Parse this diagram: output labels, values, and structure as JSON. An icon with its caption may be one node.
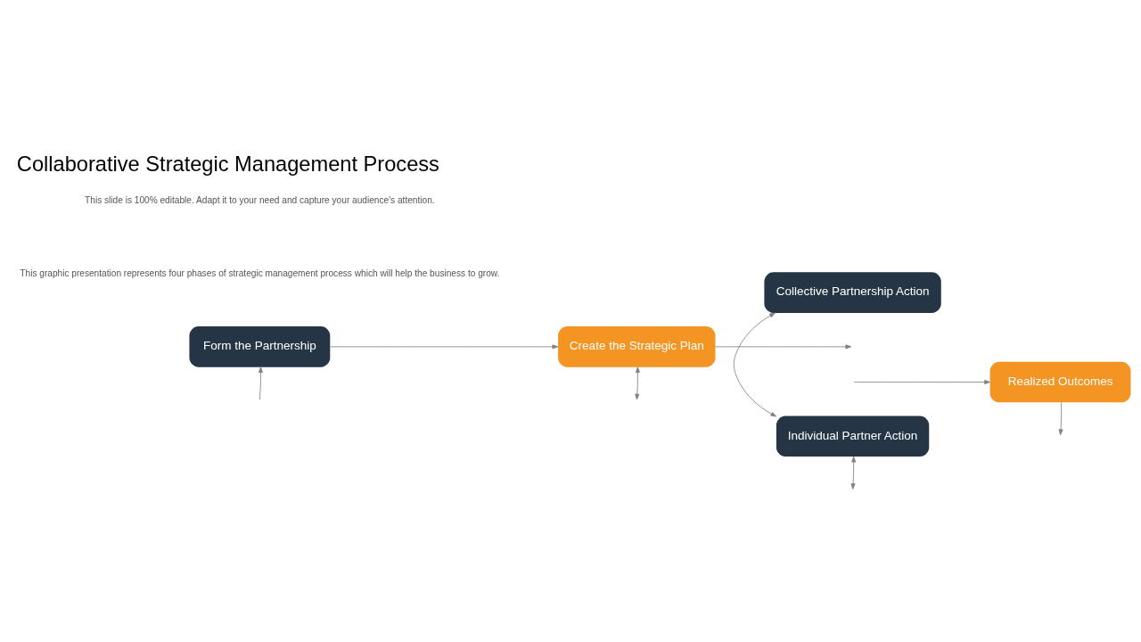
{
  "diagram": {
    "title": "Collaborative Strategic Management Process",
    "nodes": [
      {
        "text": [
          "Collective Partnership Action"
        ]
      },
      {
        "text": [
          "Form the Partnership"
        ]
      },
      {
        "text": [
          "Create the Strategic Plan"
        ]
      },
      {
        "text": [
          "Realized Outcomes"
        ]
      },
      {
        "text": [
          "Individual Partner Action"
        ]
      }
    ],
    "edges": [
      {
        "from": 1,
        "to": 2,
        "arrow": "to"
      },
      {
        "from": 2,
        "to": null,
        "arrow": "to"
      },
      {
        "from": null,
        "to": 3,
        "arrow": "to"
      },
      {
        "from": 0,
        "to": 4,
        "arrow": "both"
      },
      {
        "from": 3,
        "to": null,
        "arrow": "to"
      },
      {
        "from": 4,
        "to": null,
        "arrow": "both"
      },
      {
        "from": null,
        "to": 2,
        "arrow": "both"
      },
      {
        "from": null,
        "to": 1,
        "arrow": "to"
      }
    ],
    "labels": [
      "This graphic presentation represents four phases of strategic management process which will help the business to grow.",
      "This slide is 100% editable. Adapt it to your need and capture your audience's attention."
    ]
  }
}
